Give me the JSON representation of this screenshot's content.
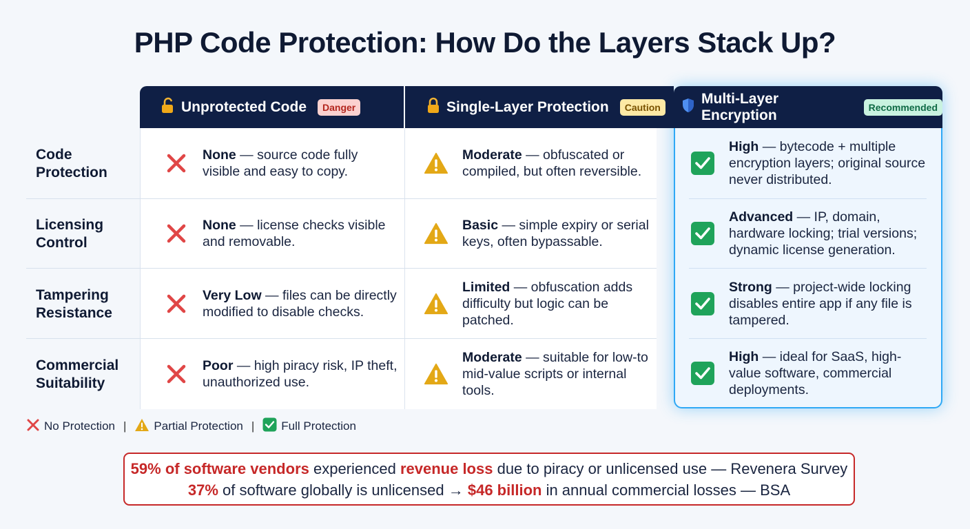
{
  "title": "PHP Code Protection: How Do the Layers Stack Up?",
  "columns": [
    {
      "title": "Unprotected Code",
      "badge": "Danger",
      "icon": "open-lock-icon"
    },
    {
      "title": "Single-Layer Protection",
      "badge": "Caution",
      "icon": "lock-icon"
    },
    {
      "title": "Multi-Layer Encryption",
      "badge": "Recommended",
      "icon": "shield-icon"
    }
  ],
  "rows": [
    {
      "label_line1": "Code",
      "label_line2": "Protection",
      "cells": [
        {
          "level": "None",
          "desc": " — source code fully visible and easy to copy."
        },
        {
          "level": "Moderate",
          "desc": " — obfuscated or compiled, but often reversible."
        },
        {
          "level": "High",
          "desc": " — bytecode + multiple encryption layers; original source never distributed."
        }
      ]
    },
    {
      "label_line1": "Licensing",
      "label_line2": "Control",
      "cells": [
        {
          "level": "None",
          "desc": " — license checks visible and removable."
        },
        {
          "level": "Basic",
          "desc": " — simple expiry or serial keys, often bypassable."
        },
        {
          "level": "Advanced",
          "desc": " — IP, domain, hardware locking; trial versions; dynamic license generation."
        }
      ]
    },
    {
      "label_line1": "Tampering",
      "label_line2": "Resistance",
      "cells": [
        {
          "level": "Very Low",
          "desc": " — files can be directly modified to disable checks."
        },
        {
          "level": "Limited",
          "desc": " — obfuscation adds difficulty but logic can be patched."
        },
        {
          "level": "Strong",
          "desc": " — project-wide locking disables entire app if any file is tampered."
        }
      ]
    },
    {
      "label_line1": "Commercial",
      "label_line2": "Suitability",
      "cells": [
        {
          "level": "Poor",
          "desc": " — high piracy risk, IP theft, unauthorized use."
        },
        {
          "level": "Moderate",
          "desc": " — suitable for low-to mid-value scripts or internal tools."
        },
        {
          "level": "High",
          "desc": " — ideal for SaaS, high-value software, commercial deployments."
        }
      ]
    }
  ],
  "legend": {
    "none": "No Protection",
    "partial": "Partial Protection",
    "full": "Full Protection",
    "separator": "|"
  },
  "stats": {
    "line1_em1": "59% of software vendors",
    "line1_t1": " experienced ",
    "line1_em2": "revenue loss",
    "line1_t2": " due to piracy or unlicensed use — Revenera Survey",
    "line2_em1": "37%",
    "line2_t1": " of software globally is unlicensed → ",
    "line2_em2": "$46 billion",
    "line2_t2": " in annual commercial losses — BSA"
  },
  "colors": {
    "header_bg": "#0f1f45",
    "danger": "#e04646",
    "caution": "#e3a816",
    "full": "#1fa35a",
    "highlight_border": "#2ea8f5",
    "stat_red": "#c62828"
  }
}
